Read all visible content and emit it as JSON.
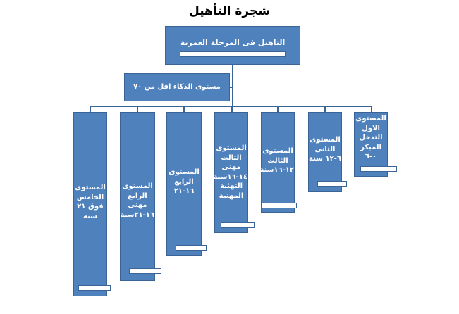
{
  "title": "شجرة التأهيل",
  "root": {
    "label": "التاهيل فى المرحلة العمرية"
  },
  "side": {
    "label": "مستوى الذكاء اقل من ٧٠"
  },
  "levels": [
    {
      "label": "المستوى\nالاول\nالتدخل\nالمبكر\n٠-٦"
    },
    {
      "label": "المستوى\nالثانى\n٦-١٢ سنة"
    },
    {
      "label": "المستوى\nالثالث\n١٢-١٦سنة"
    },
    {
      "label": "المستوى\nالثالث مهنى\n١٤-١٦سنة\nالتهئية\nالمهنية"
    },
    {
      "label": "المستوى\nالرابع\n١٦-٢١"
    },
    {
      "label": "المستوى\nالرابع مهنى\n١٦-٢١سنة"
    },
    {
      "label": "المستوى\nالخامس\nفوق ٢١\nسنة"
    }
  ]
}
